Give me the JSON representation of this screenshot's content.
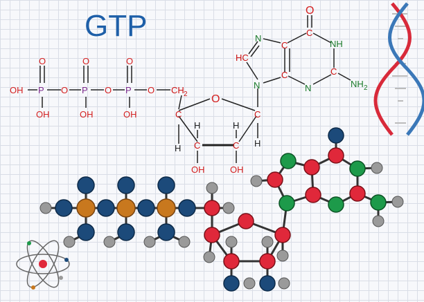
{
  "title": "GTP",
  "colors": {
    "title": "#1e5fa8",
    "bond": "#222222",
    "hetero": "#d42020",
    "nitrogen": "#1a7a2a",
    "phosphorus": "#7b2a8c",
    "carbon": "#cc1111",
    "atom_phosphorus": "#c8781e",
    "atom_oxygen": "#e0283a",
    "atom_nitrogen": "#1d9a4a",
    "atom_carbon": "#1c4a7a",
    "atom_hydrogen": "#9a9a9a"
  },
  "formula": {
    "phosphate": [
      {
        "p": "P",
        "o_top": "O",
        "oh_bottom": "OH"
      },
      {
        "p": "P",
        "o_top": "O",
        "oh_bottom": "OH"
      },
      {
        "p": "P",
        "o_top": "O",
        "oh_bottom": "OH"
      }
    ],
    "left_oh": "OH",
    "bridge_o": "O",
    "ch2": "CH",
    "ch2_sub": "2",
    "ring_o": "O",
    "ring_c": "C",
    "h": "H",
    "sugar_oh": "OH",
    "n": "N",
    "nh": "NH",
    "nh2": "NH",
    "nh2_sub": "2",
    "carbonyl_o": "O",
    "hc": "HC"
  },
  "icons": [
    "dna-icon",
    "atom-icon"
  ]
}
